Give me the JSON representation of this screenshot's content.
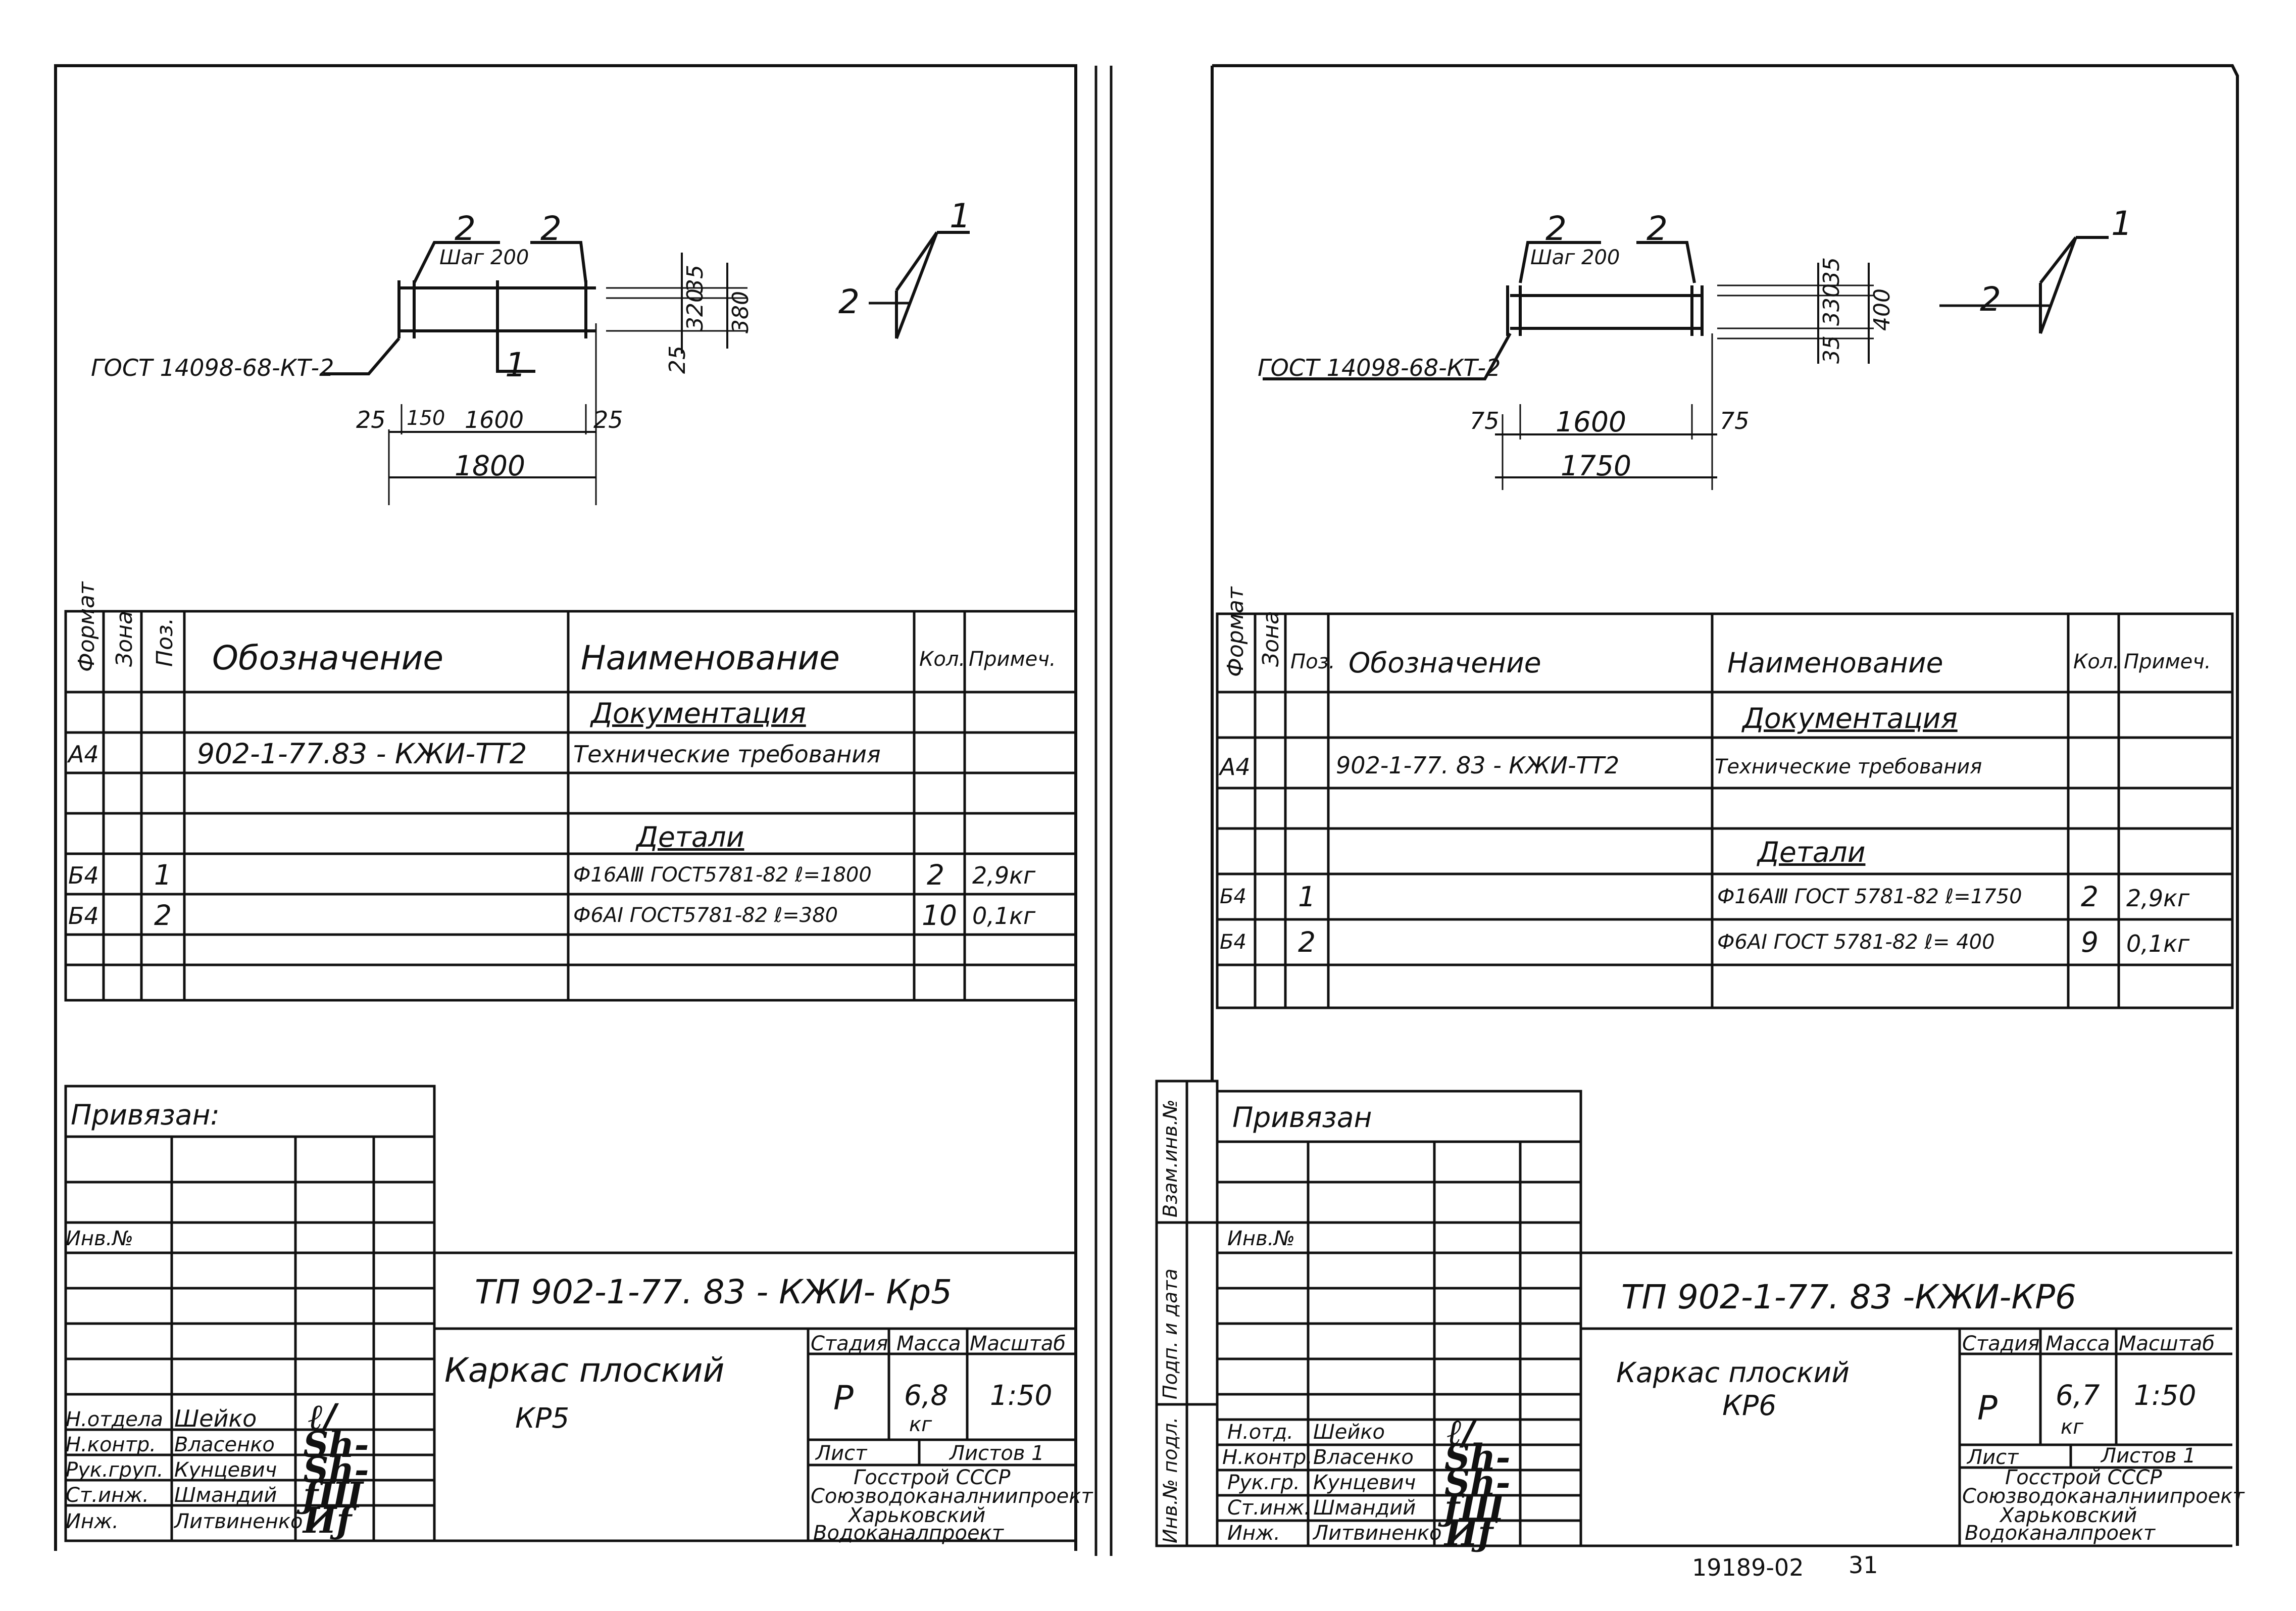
{
  "sheets": [
    {
      "id": "kp5",
      "drawing": {
        "leader_top_left_num": "2",
        "leader_top_left_sub": "Шаг 200",
        "leader_top_right": "2",
        "gost_label": "ГОСТ 14098-68-КТ-2",
        "dim_bottom": [
          "25",
          "150",
          "1600",
          "25"
        ],
        "dim_total": "1800",
        "marker_1": "1",
        "vdims": [
          "35",
          "320",
          "380",
          "25"
        ],
        "section_label_1": "1",
        "section_label_2": "2"
      },
      "spec": {
        "headers": [
          "Формат",
          "Зона",
          "Поз.",
          "Обозначение",
          "Наименование",
          "Кол.",
          "Примеч."
        ],
        "rows": [
          {
            "fmt": "",
            "zone": "",
            "pos": "",
            "code": "",
            "name": "Документация",
            "qty": "",
            "note": "",
            "underline": true
          },
          {
            "fmt": "А4",
            "zone": "",
            "pos": "",
            "code": "902-1-77.83 - КЖИ-ТТ2",
            "name": "Технические требования",
            "qty": "",
            "note": ""
          },
          {
            "fmt": "",
            "zone": "",
            "pos": "",
            "code": "",
            "name": "",
            "qty": "",
            "note": ""
          },
          {
            "fmt": "",
            "zone": "",
            "pos": "",
            "code": "",
            "name": "Детали",
            "qty": "",
            "note": "",
            "underline": true
          },
          {
            "fmt": "Б4",
            "zone": "",
            "pos": "1",
            "code": "",
            "name": "Ф16АⅢ ГОСТ5781-82 ℓ=1800",
            "qty": "2",
            "note": "2,9кг"
          },
          {
            "fmt": "Б4",
            "zone": "",
            "pos": "2",
            "code": "",
            "name": "Ф6АⅠ ГОСТ5781-82 ℓ=380",
            "qty": "10",
            "note": "0,1кг"
          },
          {
            "fmt": "",
            "zone": "",
            "pos": "",
            "code": "",
            "name": "",
            "qty": "",
            "note": ""
          }
        ]
      },
      "stamp": {
        "privyazan": "Привязан:",
        "inv": "Инв.№",
        "doc_code": "ТП 902-1-77. 83 - КЖИ- Кр5",
        "title_line1": "Каркас плоский",
        "title_line2": "КР5",
        "stage_label": "Стадия",
        "mass_label": "Масса",
        "scale_label": "Масштаб",
        "stage": "Р",
        "mass": "6,8",
        "mass_unit": "кг",
        "scale": "1:50",
        "sheet_label": "Лист",
        "sheets_label": "Листов 1",
        "org": [
          "Госстрой СССР",
          "Союзводоканалниипроект",
          "Харьковский",
          "Водоканалпроект"
        ],
        "people": [
          {
            "role": "Н.отдела",
            "name": "Шейко"
          },
          {
            "role": "Н.контр.",
            "name": "Власенко"
          },
          {
            "role": "Рук.груп.",
            "name": "Кунцевич"
          },
          {
            "role": "Ст.инж.",
            "name": "Шмандий"
          },
          {
            "role": "Инж.",
            "name": "Литвиненко"
          }
        ]
      }
    },
    {
      "id": "kp6",
      "drawing": {
        "leader_top_left_num": "2",
        "leader_top_left_sub": "Шаг 200",
        "leader_top_right": "2",
        "gost_label": "ГОСТ 14098-68-КТ-2",
        "dim_bottom": [
          "75",
          "1600",
          "75"
        ],
        "dim_total": "1750",
        "vdims": [
          "35",
          "330",
          "400",
          "35"
        ],
        "section_label_1": "1",
        "section_label_2": "2"
      },
      "spec": {
        "headers": [
          "Формат",
          "Зона",
          "Поз.",
          "Обозначение",
          "Наименование",
          "Кол.",
          "Примеч."
        ],
        "rows": [
          {
            "fmt": "",
            "zone": "",
            "pos": "",
            "code": "",
            "name": "Документация",
            "qty": "",
            "note": "",
            "underline": true
          },
          {
            "fmt": "А4",
            "zone": "",
            "pos": "",
            "code": "902-1-77. 83 - КЖИ-ТТ2",
            "name": "Технические требования",
            "qty": "",
            "note": ""
          },
          {
            "fmt": "",
            "zone": "",
            "pos": "",
            "code": "",
            "name": "",
            "qty": "",
            "note": ""
          },
          {
            "fmt": "",
            "zone": "",
            "pos": "",
            "code": "",
            "name": "Детали",
            "qty": "",
            "note": "",
            "underline": true
          },
          {
            "fmt": "Б4",
            "zone": "",
            "pos": "1",
            "code": "",
            "name": "Ф16АⅢ ГОСТ 5781-82 ℓ=1750",
            "qty": "2",
            "note": "2,9кг"
          },
          {
            "fmt": "Б4",
            "zone": "",
            "pos": "2",
            "code": "",
            "name": "Ф6АⅠ ГОСТ 5781-82 ℓ= 400",
            "qty": "9",
            "note": "0,1кг"
          },
          {
            "fmt": "",
            "zone": "",
            "pos": "",
            "code": "",
            "name": "",
            "qty": "",
            "note": ""
          }
        ]
      },
      "side_labels": [
        "Взам.инв.№",
        "Подп. и дата",
        "Инв.№ подл."
      ],
      "stamp": {
        "privyazan": "Привязан",
        "inv": "Инв.№",
        "doc_code": "ТП 902-1-77. 83 -КЖИ-КР6",
        "title_line1": "Каркас плоский",
        "title_line2": "КР6",
        "stage_label": "Стадия",
        "mass_label": "Масса",
        "scale_label": "Масштаб",
        "stage": "Р",
        "mass": "6,7",
        "mass_unit": "кг",
        "scale": "1:50",
        "sheet_label": "Лист",
        "sheets_label": "Листов 1",
        "org": [
          "Госстрой СССР",
          "Союзводоканалниипроект",
          "Харьковский",
          "Водоканалпроект"
        ],
        "people": [
          {
            "role": "Н.отд.",
            "name": "Шейко"
          },
          {
            "role": "Н.контр.",
            "name": "Власенко"
          },
          {
            "role": "Рук.гр.",
            "name": "Кунцевич"
          },
          {
            "role": "Ст.инж.",
            "name": "Шмандий"
          },
          {
            "role": "Инж.",
            "name": "Литвиненко"
          }
        ]
      }
    }
  ],
  "footer_code": "19189-02",
  "footer_page": "31"
}
